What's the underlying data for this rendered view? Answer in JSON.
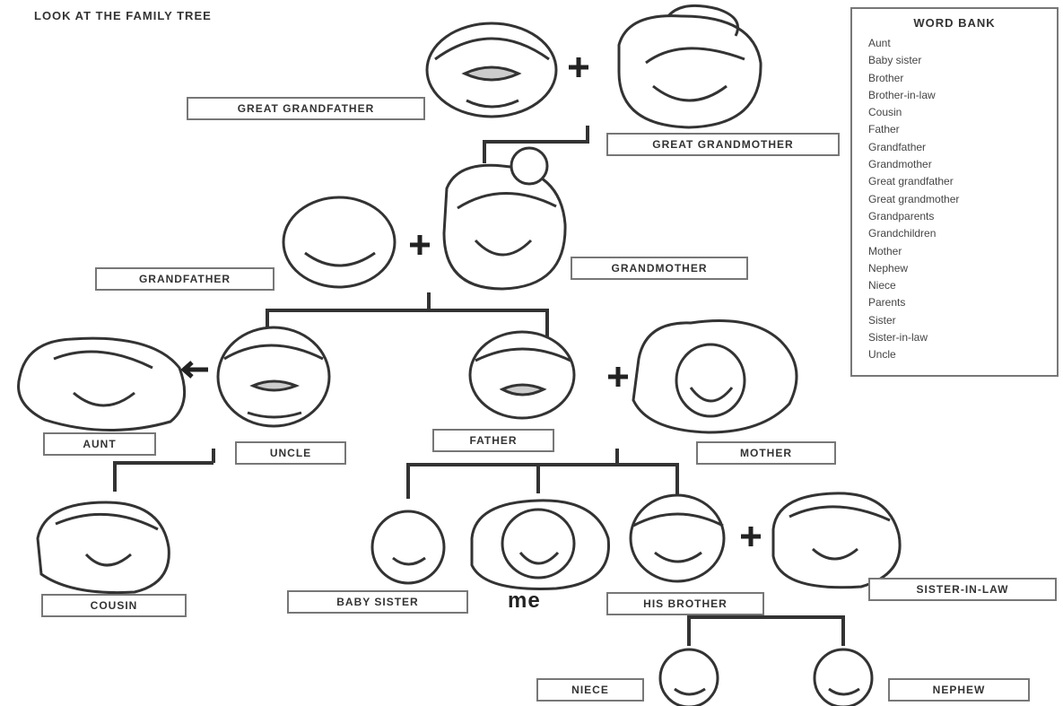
{
  "worksheet": {
    "title": "LOOK AT THE FAMILY TREE",
    "me_label": "me"
  },
  "labels": {
    "great_grandfather": "GREAT GRANDFATHER",
    "great_grandmother": "GREAT GRANDMOTHER",
    "grandfather": "GRANDFATHER",
    "grandmother": "GRANDMOTHER",
    "aunt": "AUNT",
    "uncle": "UNCLE",
    "father": "FATHER",
    "mother": "MOTHER",
    "cousin": "COUSIN",
    "baby_sister": "BABY SISTER",
    "his_brother": "HIS BROTHER",
    "sister_in_law": "SISTER-IN-LAW",
    "niece": "NIECE",
    "nephew": "NEPHEW"
  },
  "word_bank": {
    "title": "WORD BANK",
    "words": [
      "Aunt",
      "Baby sister",
      "Brother",
      "Brother-in-law",
      "Cousin",
      "Father",
      "Grandfather",
      "Grandmother",
      "Great grandfather",
      "Great grandmother",
      "Grandparents",
      "Grandchildren",
      "Mother",
      "Nephew",
      "Niece",
      "Parents",
      "Sister",
      "Sister-in-law",
      "Uncle"
    ]
  }
}
